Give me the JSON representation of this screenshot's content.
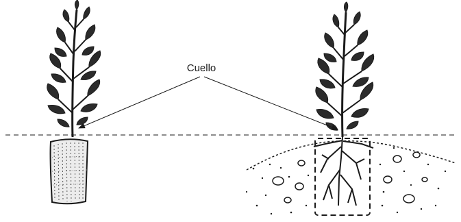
{
  "annotation": {
    "label": "Cuello"
  },
  "colors": {
    "ink": "#1a1a1a",
    "background": "#ffffff"
  },
  "illustration": {
    "left": "plant-in-container",
    "right": "plant-in-ground"
  }
}
